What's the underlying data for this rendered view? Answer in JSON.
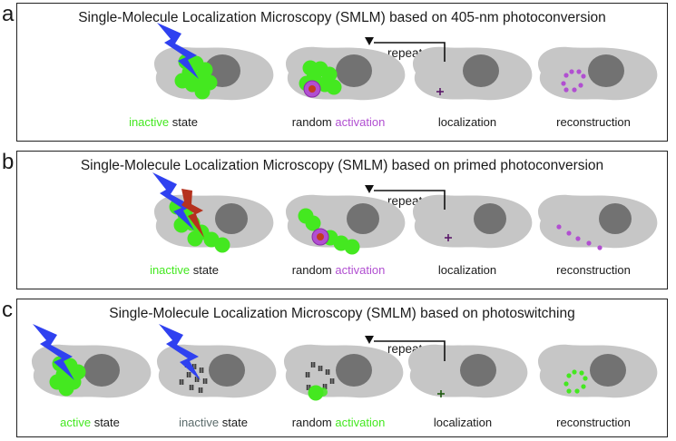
{
  "colors": {
    "green": "#44e820",
    "purple": "#b14fd1",
    "cell": "#c6c6c6",
    "nucleus": "#727272",
    "blue_bolt": "#2f41f0",
    "red_bolt": "#b5321e",
    "inactive_gray": "#5b6b6b"
  },
  "panels": [
    {
      "letter": "a",
      "title": "Single-Molecule Localization Microscopy (SMLM) based on 405-nm photoconversion",
      "repeat": "repeat",
      "stages": [
        {
          "parts": [
            {
              "text": "inactive",
              "color": "green"
            },
            {
              "text": " state",
              "color": "default"
            }
          ]
        },
        {
          "parts": [
            {
              "text": "random ",
              "color": "default"
            },
            {
              "text": "activation",
              "color": "purple"
            }
          ]
        },
        {
          "parts": [
            {
              "text": "localization",
              "color": "default"
            }
          ]
        },
        {
          "parts": [
            {
              "text": "reconstruction",
              "color": "default"
            }
          ]
        }
      ]
    },
    {
      "letter": "b",
      "title": "Single-Molecule Localization Microscopy (SMLM) based on primed photoconversion",
      "repeat": "repeat",
      "stages": [
        {
          "parts": [
            {
              "text": "inactive",
              "color": "green"
            },
            {
              "text": " state",
              "color": "default"
            }
          ]
        },
        {
          "parts": [
            {
              "text": "random ",
              "color": "default"
            },
            {
              "text": "activation",
              "color": "purple"
            }
          ]
        },
        {
          "parts": [
            {
              "text": "localization",
              "color": "default"
            }
          ]
        },
        {
          "parts": [
            {
              "text": "reconstruction",
              "color": "default"
            }
          ]
        }
      ]
    },
    {
      "letter": "c",
      "title": "Single-Molecule Localization Microscopy (SMLM) based on photoswitching",
      "repeat": "repeat",
      "stages": [
        {
          "parts": [
            {
              "text": "active",
              "color": "green"
            },
            {
              "text": " state",
              "color": "default"
            }
          ]
        },
        {
          "parts": [
            {
              "text": "inactive",
              "color": "inactive_gray"
            },
            {
              "text": " state",
              "color": "default"
            }
          ]
        },
        {
          "parts": [
            {
              "text": "random ",
              "color": "default"
            },
            {
              "text": "activation",
              "color": "green"
            }
          ]
        },
        {
          "parts": [
            {
              "text": "localization",
              "color": "default"
            }
          ]
        },
        {
          "parts": [
            {
              "text": "reconstruction",
              "color": "default"
            }
          ]
        }
      ]
    }
  ]
}
